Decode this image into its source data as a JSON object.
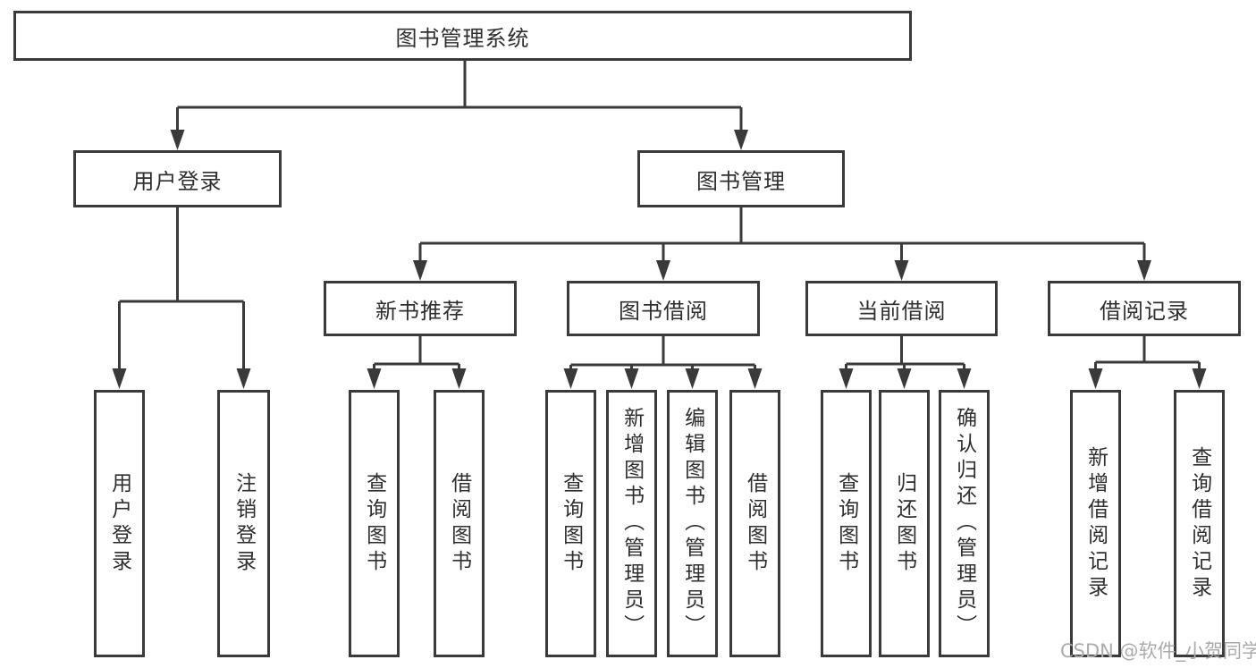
{
  "tree": {
    "label": "图书管理系统",
    "children": [
      {
        "label": "用户登录",
        "children": [
          {
            "label": "用户登录"
          },
          {
            "label": "注销登录"
          }
        ]
      },
      {
        "label": "图书管理",
        "children": [
          {
            "label": "新书推荐",
            "children": [
              {
                "label": "查询图书"
              },
              {
                "label": "借阅图书"
              }
            ]
          },
          {
            "label": "图书借阅",
            "children": [
              {
                "label": "查询图书"
              },
              {
                "label": "新增图书（管理员）"
              },
              {
                "label": "编辑图书（管理员）"
              },
              {
                "label": "借阅图书"
              }
            ]
          },
          {
            "label": "当前借阅",
            "children": [
              {
                "label": "查询图书"
              },
              {
                "label": "归还图书"
              },
              {
                "label": "确认归还（管理员）"
              }
            ]
          },
          {
            "label": "借阅记录",
            "children": [
              {
                "label": "新增借阅记录"
              },
              {
                "label": "查询借阅记录"
              }
            ]
          }
        ]
      }
    ]
  },
  "watermark": {
    "text": "CSDN @软件_小贺同学",
    "color": "#ababab"
  },
  "colors": {
    "line": "#3a3a3a",
    "box_border": "#3a3a3a",
    "box_fill": "#ffffff",
    "text": "#2f2f2f",
    "background": "#ffffff"
  }
}
